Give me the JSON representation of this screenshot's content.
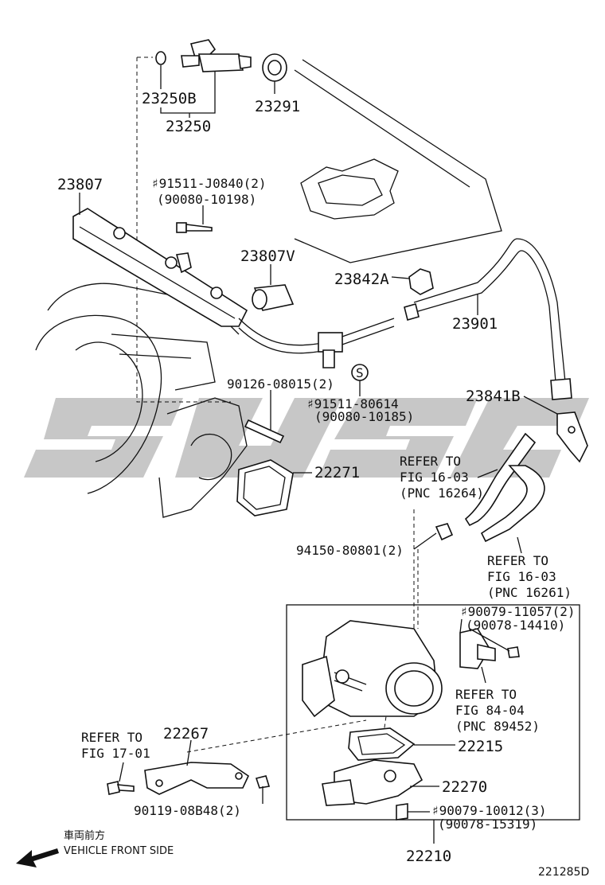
{
  "labels": {
    "p23250B": "23250B",
    "p23250": "23250",
    "p23291": "23291",
    "p23807": "23807",
    "bolt1a": "♯91511-J0840(2)",
    "bolt1b": "(90080-10198)",
    "p23807V": "23807V",
    "p23842A": "23842A",
    "p23901": "23901",
    "p90126": "90126-08015(2)",
    "bolt2a": "♯91511-80614",
    "bolt2b": "(90080-10185)",
    "p23841B": "23841B",
    "p22271": "22271",
    "ref1a": "REFER TO",
    "ref1b": "FIG 16-03",
    "ref1c": "(PNC 16264)",
    "p94150": "94150-80801(2)",
    "ref2a": "REFER TO",
    "ref2b": "FIG 16-03",
    "ref2c": "(PNC 16261)",
    "bolt3a": "♯90079-11057(2)",
    "bolt3b": "(90078-14410)",
    "ref3a": "REFER TO",
    "ref3b": "FIG 84-04",
    "ref3c": "(PNC 89452)",
    "ref4a": "REFER TO",
    "ref4b": "FIG 17-01",
    "p22267": "22267",
    "p22215": "22215",
    "p22270": "22270",
    "p90119": "90119-08B48(2)",
    "bolt4a": "♯90079-10012(3)",
    "bolt4b": "(90078-15319)",
    "p22210": "22210",
    "s_mark": "S",
    "front_jp": "車両前方",
    "front_en": "VEHICLE FRONT SIDE",
    "diagram_id": "221285D"
  },
  "icons": {
    "front_arrow": "arrow-left-down-icon"
  },
  "colors": {
    "ink": "#111111",
    "watermark": "#bdbdbd"
  }
}
